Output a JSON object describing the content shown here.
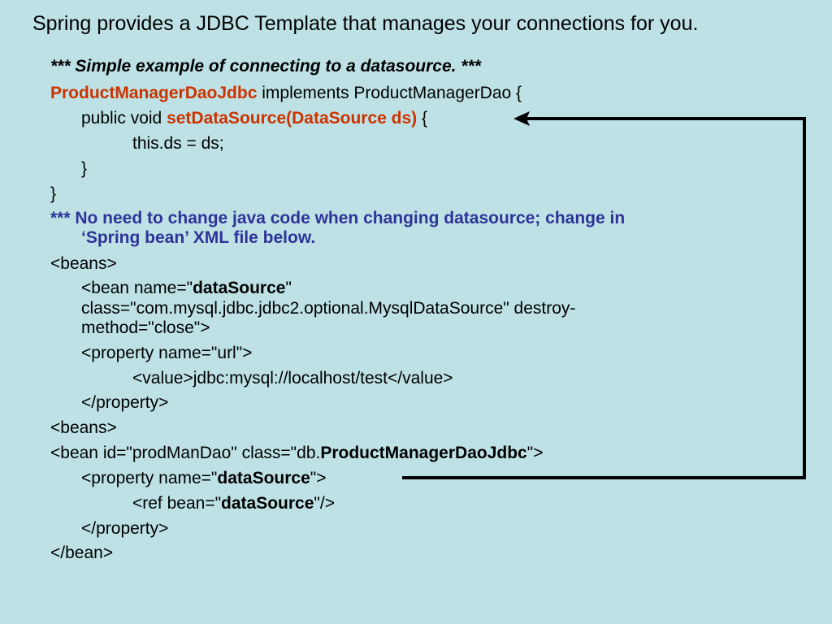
{
  "title": "Spring provides a JDBC Template that manages your connections for you.",
  "lines": {
    "l1": "*** Simple example of connecting to a datasource. ***",
    "l2a": "ProductManagerDaoJdbc",
    "l2b": " implements ProductManagerDao {",
    "l3a": "public void ",
    "l3b": "setDataSource(DataSource ds)",
    "l3c": " {",
    "l4": "this.ds = ds;",
    "l5": "}",
    "l6": "}",
    "l7a": "*** No need to change java code when changing datasource; change in",
    "l7b": "‘Spring bean’ XML file below.",
    "l8": "<beans>",
    "l9a": "<bean name=\"",
    "l9b": "dataSource",
    "l9c": "\"",
    "l10": "class=\"com.mysql.jdbc.jdbc2.optional.MysqlDataSource\" destroy-",
    "l11": "method=\"close\">",
    "l12": "<property name=\"url\">",
    "l13": "<value>jdbc:mysql://localhost/test</value>",
    "l14": "</property>",
    "l15": "<beans>",
    "l16a": "<bean id=\"prodManDao\" class=\"db.",
    "l16b": "ProductManagerDaoJdbc",
    "l16c": "\">",
    "l17a": "<property name=\"",
    "l17b": "dataSource",
    "l17c": "\">",
    "l18a": "<ref bean=\"",
    "l18b": "dataSource",
    "l18c": "\"/>",
    "l19": "</property>",
    "l20": "</bean>"
  }
}
